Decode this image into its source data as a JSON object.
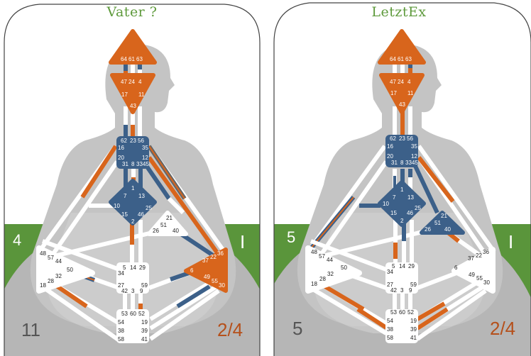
{
  "colors": {
    "defined_orange": "#d8651c",
    "defined_blue": "#3c6089",
    "channel_white": "#ffffff",
    "body_gray": "#c4c4c4",
    "bg_gray": "#b6b6b6",
    "green": "#5a953b",
    "title_green": "#5e9a3c",
    "profile_brown": "#b5501b"
  },
  "charts": [
    {
      "title": "Vater ?",
      "left_number": "4",
      "right_glyph": "I",
      "bottom_left_number": "11",
      "profile": "2/4",
      "centers": {
        "head": {
          "gates": [
            "64",
            "61",
            "63"
          ],
          "defined": true,
          "color": "orange"
        },
        "ajna": {
          "gates": [
            "47",
            "24",
            "4",
            "17",
            "11",
            "43"
          ],
          "defined": true,
          "color": "orange"
        },
        "throat": {
          "gates": [
            "62",
            "23",
            "56",
            "16",
            "35",
            "20",
            "12",
            "31",
            "8",
            "33",
            "45"
          ],
          "defined": true,
          "color": "blue"
        },
        "g": {
          "gates": [
            "1",
            "7",
            "13",
            "10",
            "25",
            "15",
            "46",
            "2"
          ],
          "defined": true,
          "color": "blue"
        },
        "heart": {
          "gates": [
            "21",
            "51",
            "26",
            "40"
          ],
          "defined": false
        },
        "spleen": {
          "gates": [
            "48",
            "57",
            "44",
            "50",
            "32",
            "28",
            "18"
          ],
          "defined": false
        },
        "solar_plexus": {
          "gates": [
            "36",
            "37",
            "22",
            "6",
            "49",
            "55",
            "30"
          ],
          "defined": true,
          "color": "orange"
        },
        "sacral": {
          "gates": [
            "5",
            "14",
            "29",
            "34",
            "27",
            "59",
            "42",
            "3",
            "9"
          ],
          "defined": false
        },
        "root": {
          "gates": [
            "53",
            "60",
            "52",
            "54",
            "19",
            "38",
            "39",
            "58",
            "41"
          ],
          "defined": false
        }
      }
    },
    {
      "title": "LetztEx",
      "left_number": "5",
      "right_glyph": "I",
      "bottom_left_number": "5",
      "profile": "2/4",
      "centers": {
        "head": {
          "gates": [
            "64",
            "61",
            "63"
          ],
          "defined": true,
          "color": "orange"
        },
        "ajna": {
          "gates": [
            "47",
            "24",
            "4",
            "17",
            "11",
            "43"
          ],
          "defined": true,
          "color": "orange"
        },
        "throat": {
          "gates": [
            "62",
            "23",
            "56",
            "16",
            "35",
            "20",
            "12",
            "31",
            "8",
            "33",
            "45"
          ],
          "defined": true,
          "color": "blue"
        },
        "g": {
          "gates": [
            "1",
            "7",
            "13",
            "10",
            "25",
            "15",
            "46",
            "2"
          ],
          "defined": true,
          "color": "blue"
        },
        "heart": {
          "gates": [
            "21",
            "51",
            "26",
            "40"
          ],
          "defined": true,
          "color": "blue"
        },
        "spleen": {
          "gates": [
            "48",
            "57",
            "44",
            "50",
            "32",
            "28",
            "18"
          ],
          "defined": false
        },
        "solar_plexus": {
          "gates": [
            "36",
            "37",
            "22",
            "6",
            "49",
            "55",
            "30"
          ],
          "defined": false
        },
        "sacral": {
          "gates": [
            "5",
            "14",
            "29",
            "34",
            "27",
            "59",
            "42",
            "3",
            "9"
          ],
          "defined": false
        },
        "root": {
          "gates": [
            "53",
            "60",
            "52",
            "54",
            "19",
            "38",
            "39",
            "58",
            "41"
          ],
          "defined": false
        }
      }
    }
  ]
}
